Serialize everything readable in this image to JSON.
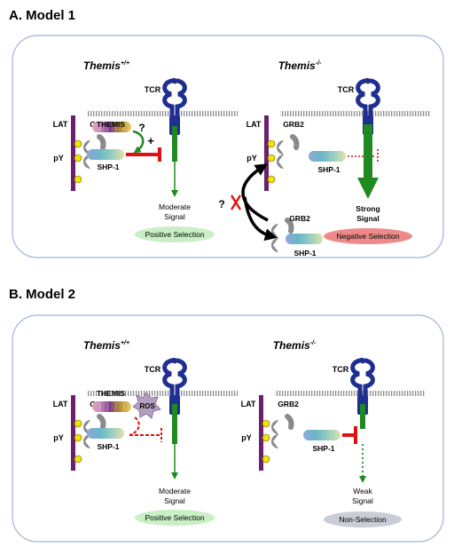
{
  "panels": [
    {
      "heading": "A.  Model 1",
      "wt": {
        "genotype_base": "Themis",
        "genotype_sup": "+/+",
        "labels": {
          "tcr": "TCR",
          "lat": "LAT",
          "py": "pY",
          "grb2": "GRB2",
          "themis": "THEMIS",
          "shp1": "SHP-1",
          "question": "?",
          "plus": "+"
        },
        "signal": "Moderate\nSignal",
        "selection": "Positive Selection",
        "selection_color": "#c9efc4"
      },
      "ko": {
        "genotype_base": "Themis",
        "genotype_sup": "-/-",
        "labels": {
          "tcr": "TCR",
          "lat": "LAT",
          "py": "pY",
          "grb2": "GRB2",
          "shp1": "SHP-1",
          "free_grb2": "GRB2",
          "free_shp1": "SHP-1",
          "question": "?"
        },
        "signal": "Strong\nSignal",
        "selection": "Negative Selection",
        "selection_color": "#ee8a8a"
      }
    },
    {
      "heading": "B.  Model 2",
      "wt": {
        "genotype_base": "Themis",
        "genotype_sup": "+/+",
        "labels": {
          "tcr": "TCR",
          "lat": "LAT",
          "py": "pY",
          "grb2": "GRB2",
          "themis": "THEMIS",
          "shp1": "SHP-1",
          "ros": "ROS"
        },
        "signal": "Moderate\nSignal",
        "selection": "Positive Selection",
        "selection_color": "#c9efc4"
      },
      "ko": {
        "genotype_base": "Themis",
        "genotype_sup": "-/-",
        "labels": {
          "tcr": "TCR",
          "lat": "LAT",
          "py": "pY",
          "grb2": "GRB2",
          "shp1": "SHP-1"
        },
        "signal": "Weak\nSignal",
        "selection": "Non-Selection",
        "selection_color": "#c9cdd6"
      }
    }
  ],
  "colors": {
    "panel_border": "#9fb4d6",
    "membrane": "#9a9a9a",
    "tcr": "#1f2f8f",
    "lat": "#6a1f6f",
    "grb2": "#8a8a8a",
    "py": "#f1e20a",
    "green_arrow": "#1f8a1f",
    "inhibit_red": "#e01010",
    "themis_gradient": [
      "#e8a6b8",
      "#c488b8",
      "#7b3d8b",
      "#b38a34",
      "#e4d26a"
    ],
    "shp1_gradient": [
      "#8fa7d6",
      "#6ab7c8",
      "#9ed0c0",
      "#e3e0a8"
    ]
  },
  "icons": [
    "tcr-icon",
    "lat-icon",
    "grb2-icon",
    "shp1-icon",
    "themis-icon",
    "ros-icon",
    "phosphotyrosine-icon",
    "cross-icon"
  ]
}
